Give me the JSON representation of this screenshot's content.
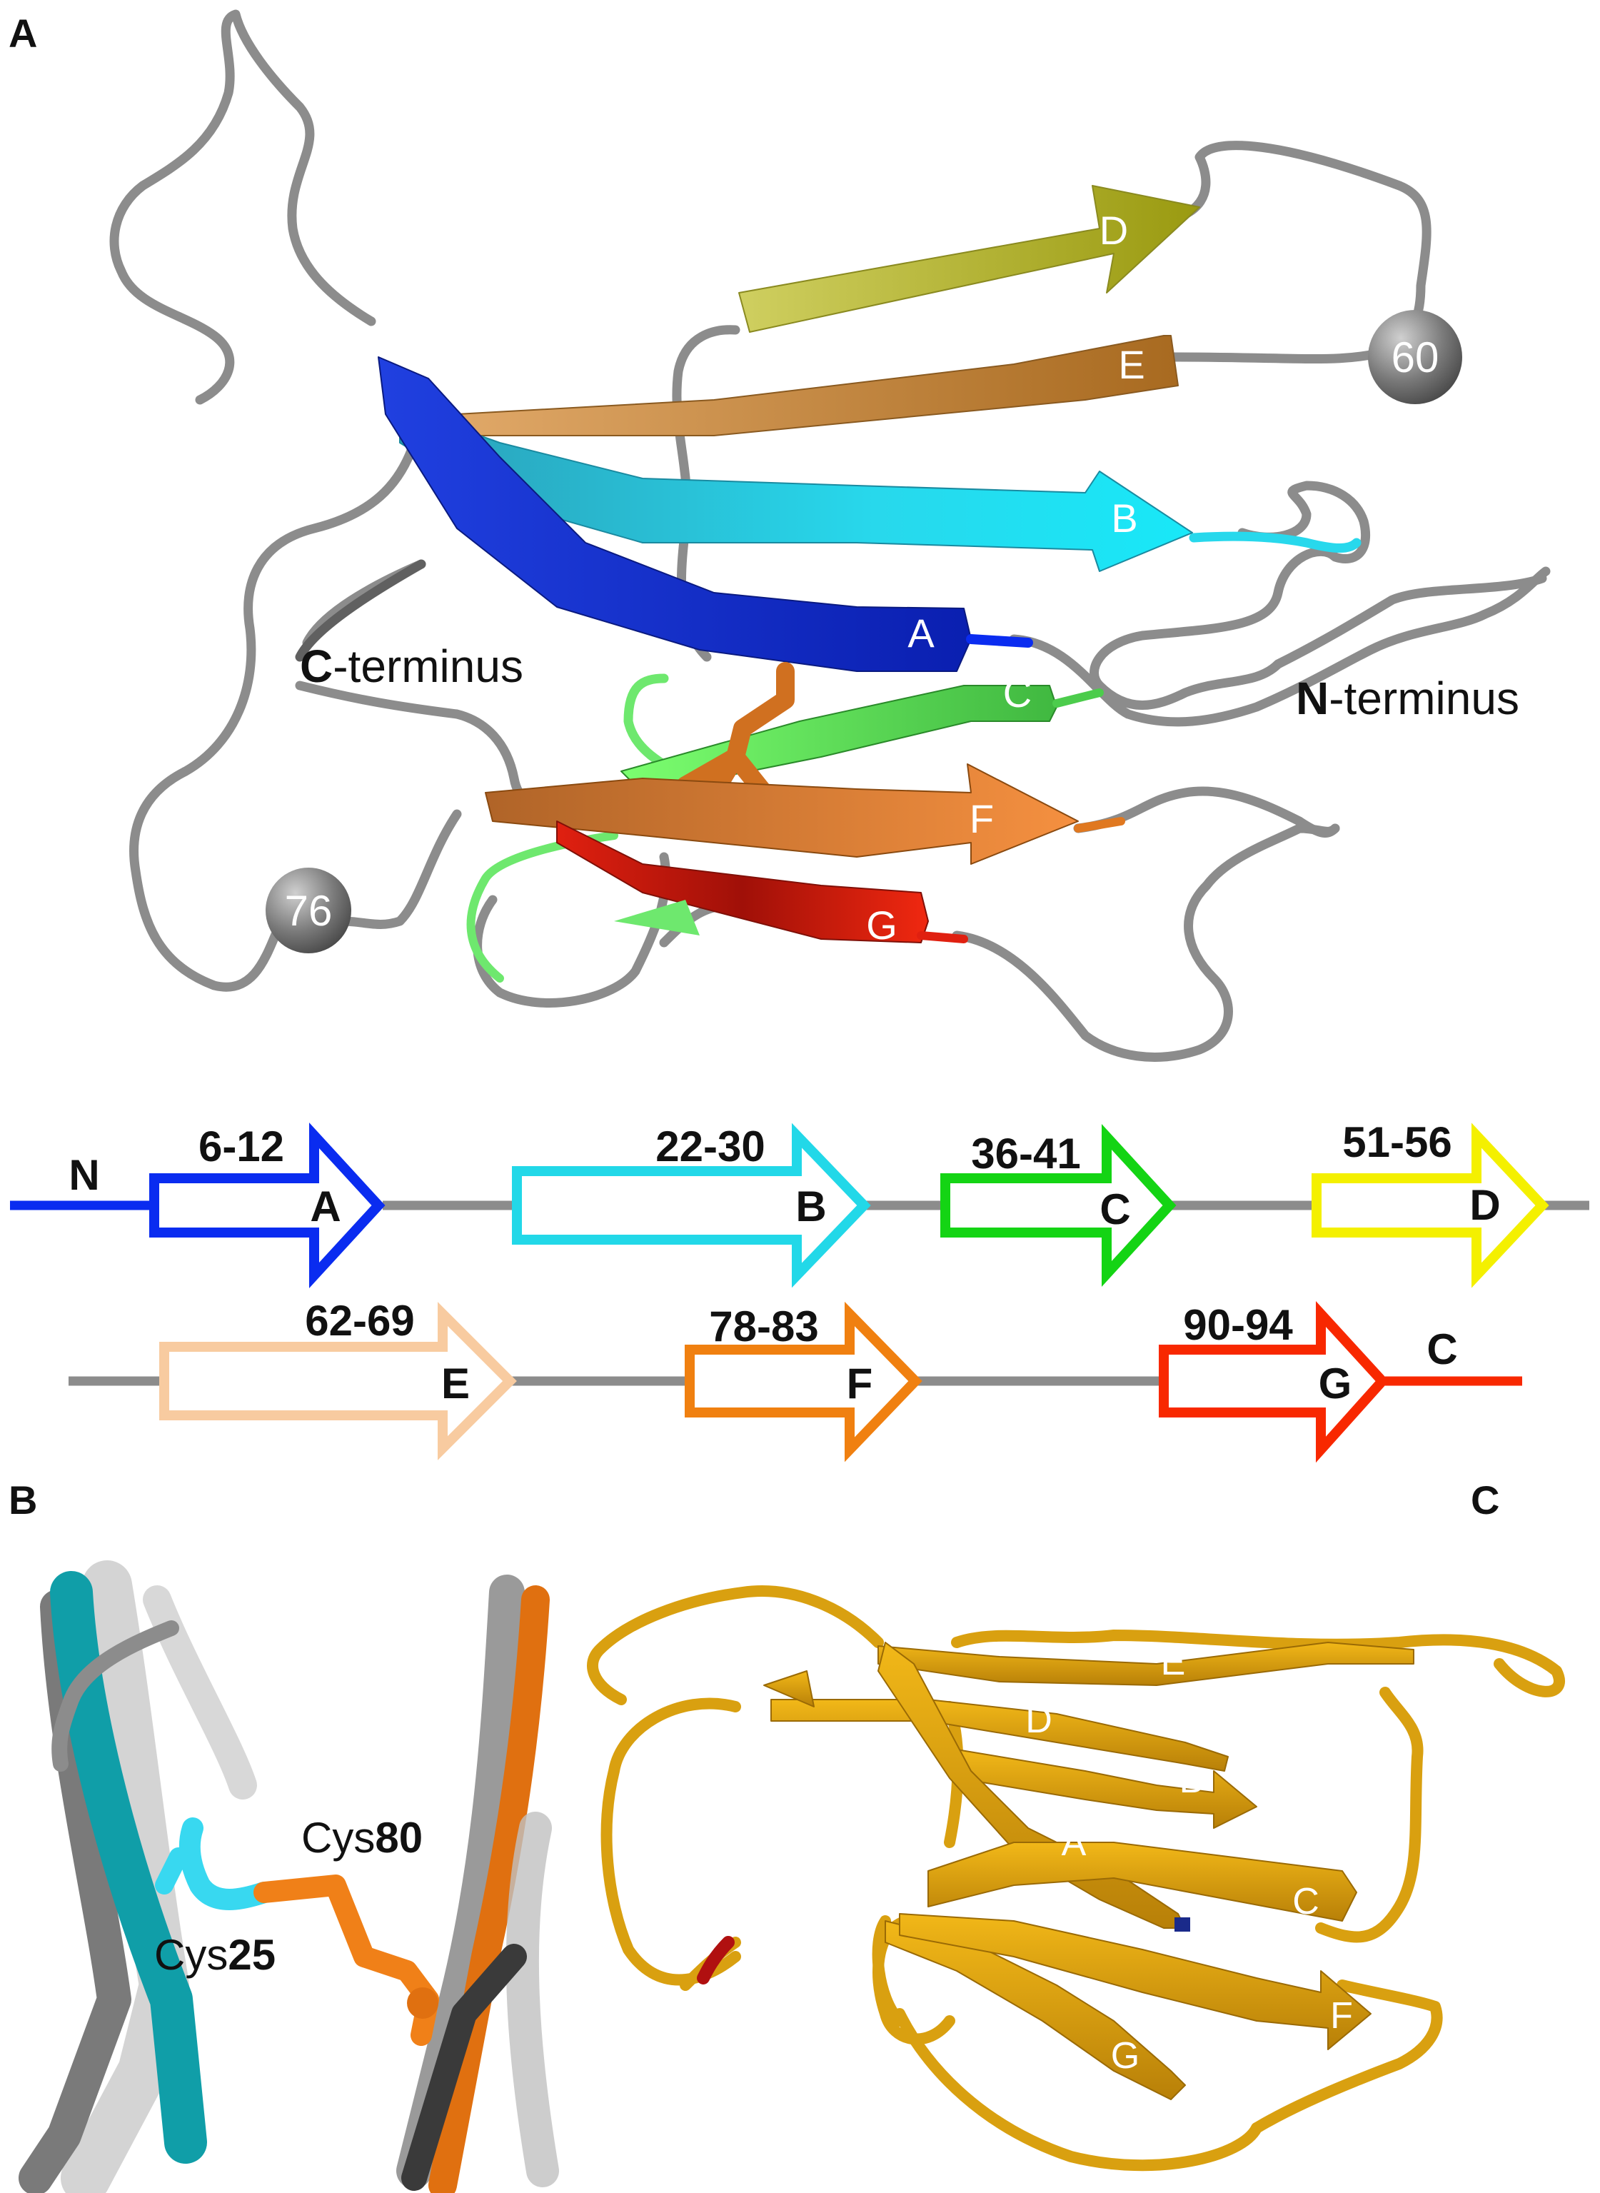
{
  "panels": {
    "a": "A",
    "b": "B",
    "c": "C"
  },
  "panel_a": {
    "strands": [
      "A",
      "B",
      "C",
      "D",
      "E",
      "F",
      "G"
    ],
    "n_terminus": {
      "bold": "N",
      "rest": "-terminus"
    },
    "c_terminus": {
      "bold": "C",
      "rest": "-terminus"
    },
    "spheres": [
      "60",
      "76"
    ]
  },
  "topology": {
    "n_label": "N",
    "c_label": "C",
    "strands": [
      {
        "letter": "A",
        "range": "6-12",
        "color": "#0a2cf0"
      },
      {
        "letter": "B",
        "range": "22-30",
        "color": "#22d8e8"
      },
      {
        "letter": "C",
        "range": "36-41",
        "color": "#14d414"
      },
      {
        "letter": "D",
        "range": "51-56",
        "color": "#f4f000"
      },
      {
        "letter": "E",
        "range": "62-69",
        "color": "#f8cba0"
      },
      {
        "letter": "F",
        "range": "78-83",
        "color": "#f08010"
      },
      {
        "letter": "G",
        "range": "90-94",
        "color": "#f82800"
      }
    ]
  },
  "panel_b": {
    "cys80": {
      "prefix": "Cys",
      "num": "80"
    },
    "cys25": {
      "prefix": "Cys",
      "num": "25"
    }
  },
  "panel_c": {
    "strands": [
      "A",
      "B",
      "C",
      "D",
      "E",
      "F",
      "G"
    ]
  },
  "colors": {
    "coil": "#8c8c8c",
    "ribbon_c": "#d9a010",
    "cys25": "#38d8f0",
    "cys80": "#f08018"
  }
}
